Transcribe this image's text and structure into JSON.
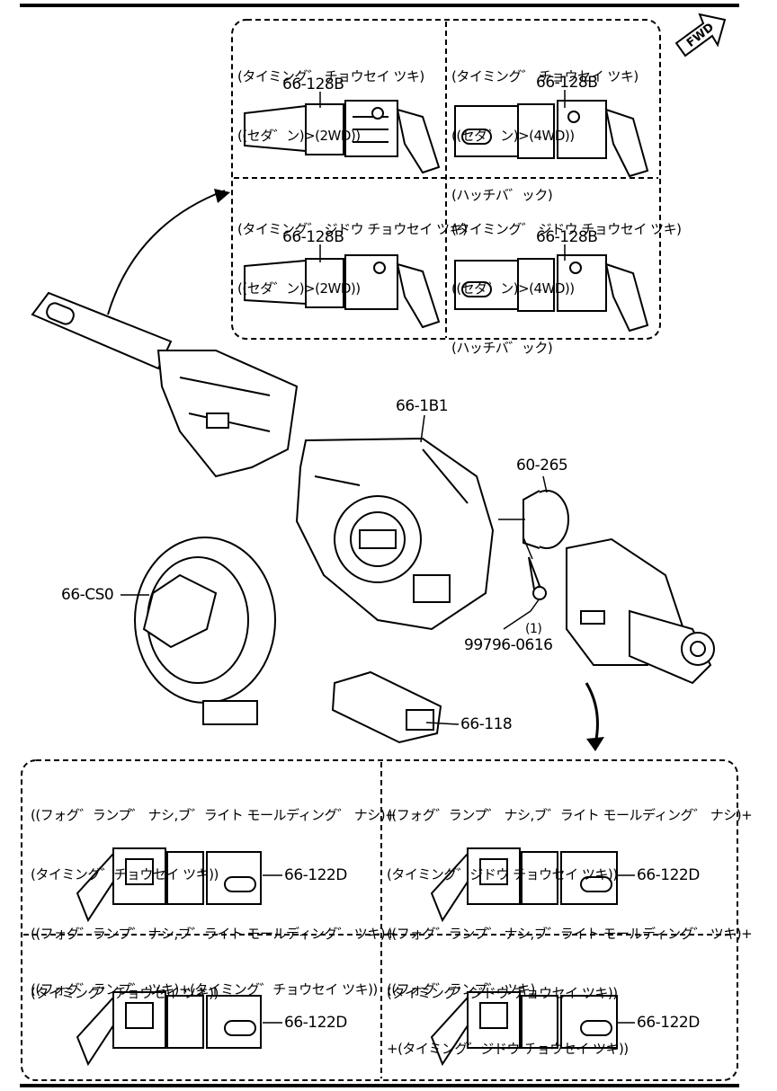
{
  "top_panels": [
    {
      "caption": [
        "(タイミング゛ チョウセイ ツキ)",
        "((セダ゛ン)>(2WD))"
      ],
      "part": "66-128B"
    },
    {
      "caption": [
        "(タイミング゛ チョウセイ ツキ)",
        "((セダ゛ン)>(4WD))",
        "(ハッチバ゛ック)"
      ],
      "part": "66-128B"
    },
    {
      "caption": [
        "(タイミング゛ ジドウ チョウセイ ツキ)",
        "((セダ゛ン)>(2WD))"
      ],
      "part": "66-128B"
    },
    {
      "caption": [
        "(タイミング゛ ジドウ チョウセイ ツキ)",
        "((セダ゛ン)>(4WD))",
        "(ハッチバ゛ック)"
      ],
      "part": "66-128B"
    }
  ],
  "middle_parts": {
    "combination_switch": "66-1B1",
    "cap": "60-265",
    "screw": "99796-0616",
    "screw_qty": "(1)",
    "clock_spring": "66-CS0",
    "connector": "66-118"
  },
  "bottom_panels": [
    {
      "caption": [
        "((フォグ゛ランプ゛ ナシ,ブ゛ライト モールディング゛ ナシ)+",
        "(タイミング゛チョウセイ ツキ))",
        "((フォグ゛ランプ゛ ナシ,ブ゛ライト モールディング゛ ツキ)+",
        "(タイミング゛チョウセイ ツキ))"
      ],
      "part": "66-122D"
    },
    {
      "caption": [
        "((フォグ゛ランプ゛ ナシ,ブ゛ライト モールディング゛ ナシ)+",
        "(タイミング゛ジドウ チョウセイ ツキ))",
        "((フォグ゛ランプ゛ ナシ,ブ゛ライト モールディング゛ ツキ)+",
        "(タイミング゛ジドウ チョウセイ ツキ))"
      ],
      "part": "66-122D"
    },
    {
      "caption": [
        "((フォグ゛ランプ゛ ツキ)+(タイミング゛チョウセイ ツキ))"
      ],
      "part": "66-122D"
    },
    {
      "caption": [
        "((フォグ゛ランプ゛ ツキ)",
        "+(タイミング゛ジドウ チョウセイ ツキ))"
      ],
      "part": "66-122D"
    }
  ],
  "direction_label": "FWD"
}
